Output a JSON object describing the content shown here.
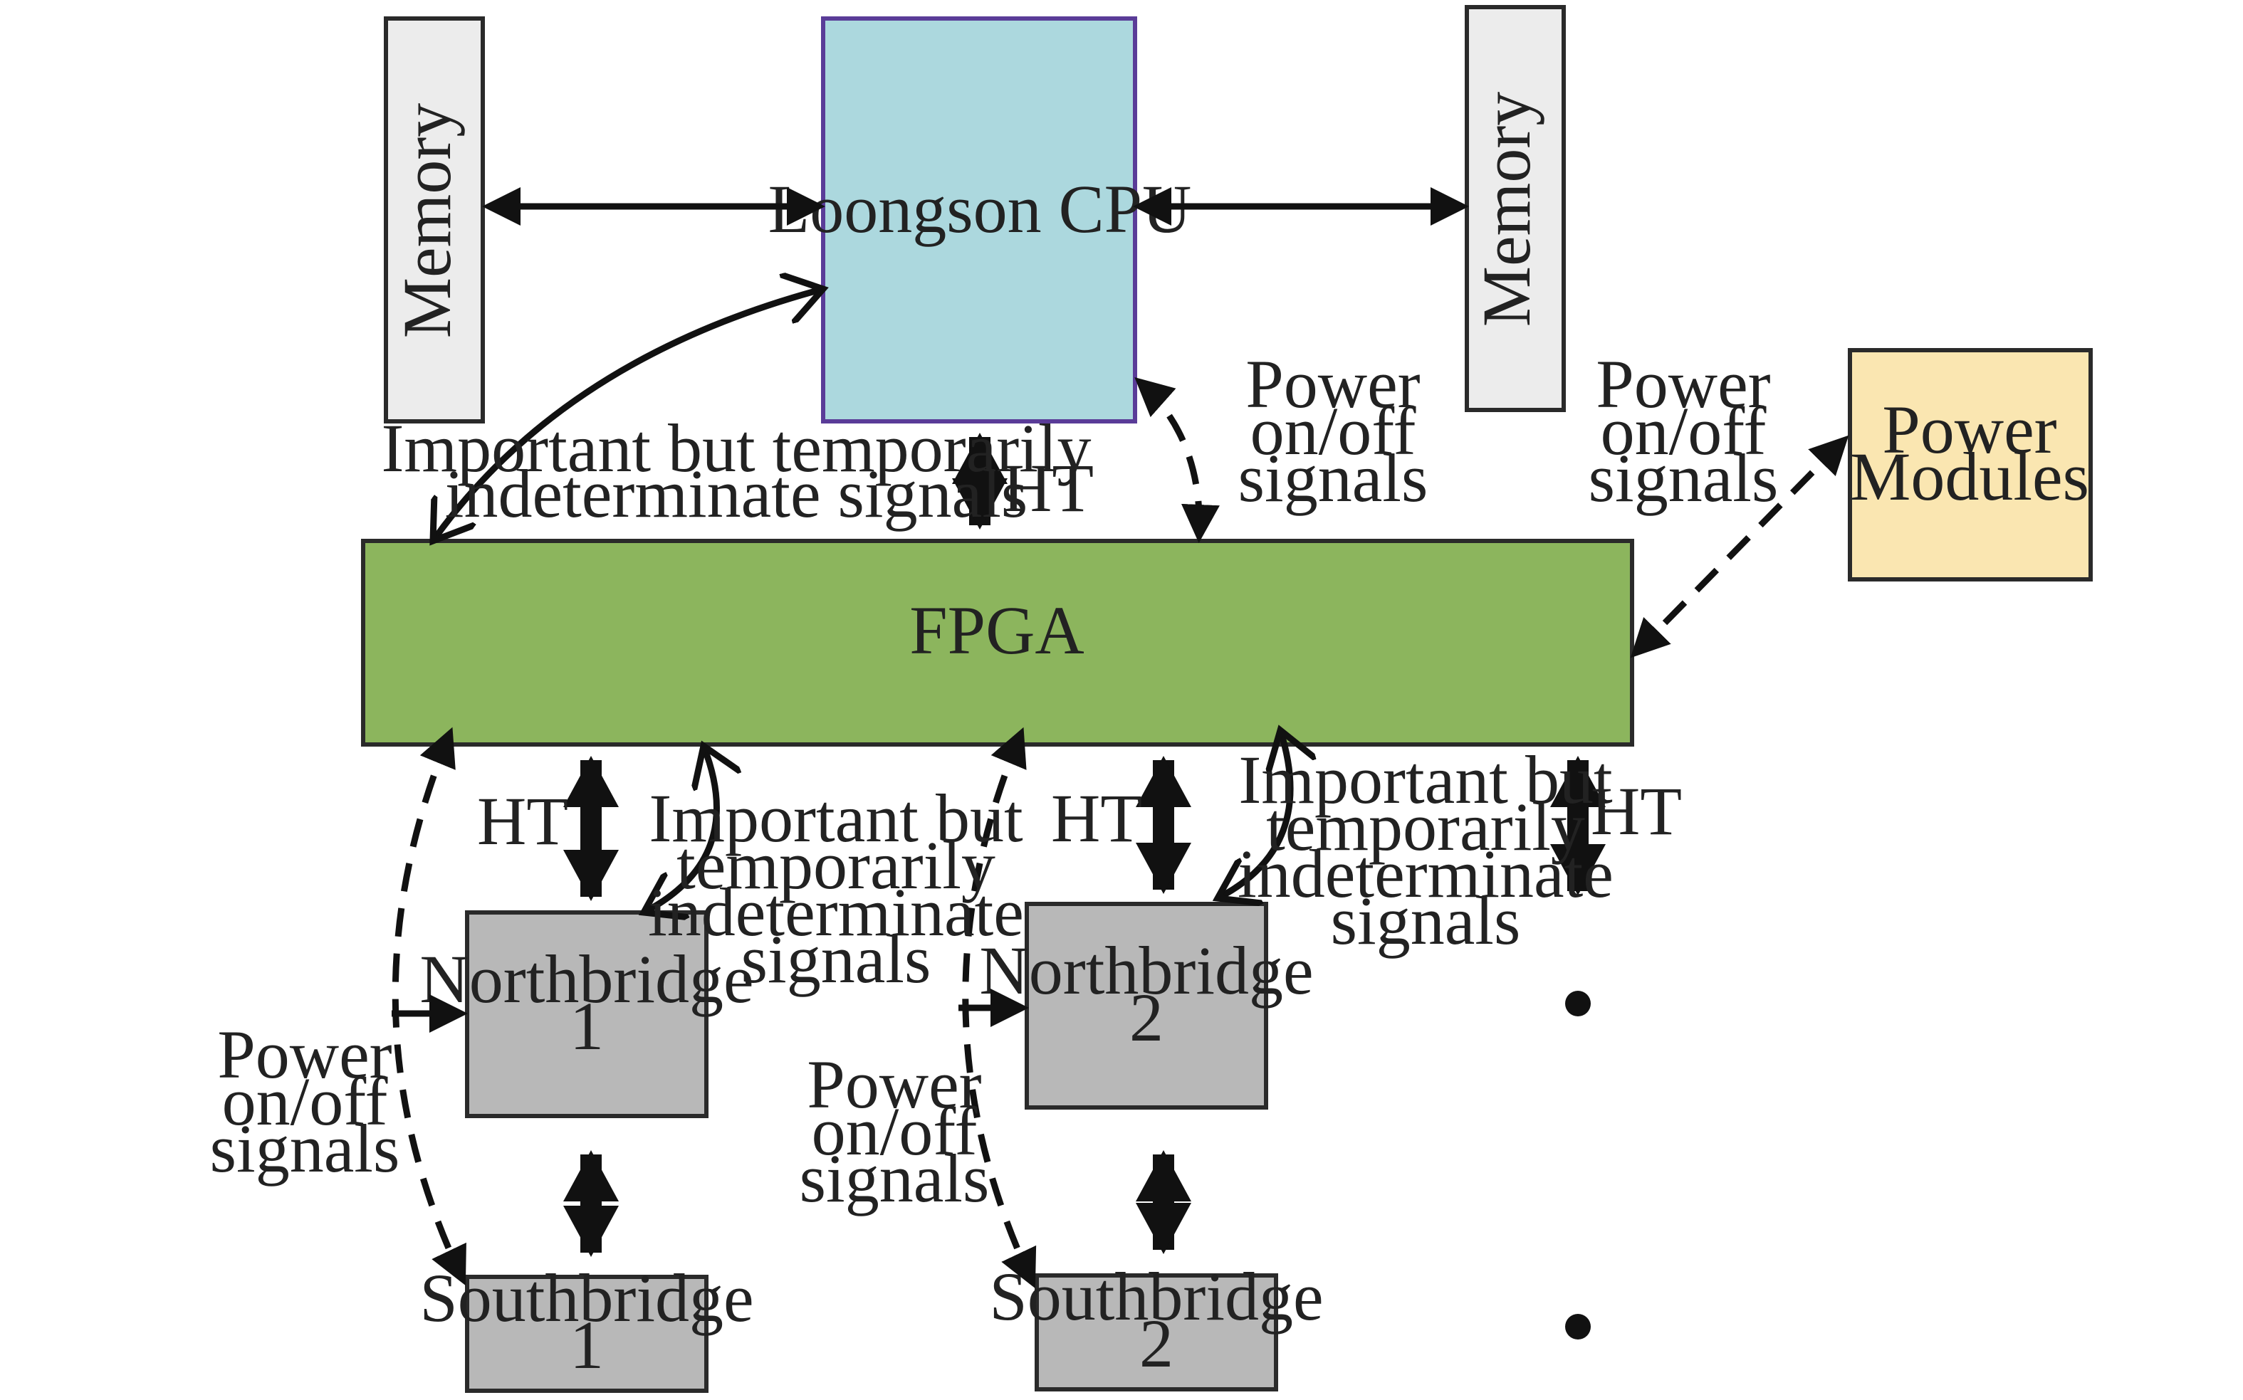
{
  "colors": {
    "memory": "#ececec",
    "cpu": "#acd8de",
    "cpu_border": "#5a3c98",
    "fpga": "#8cb55d",
    "power": "#fae6b1",
    "bridge": "#b8b8b8",
    "line": "#111111"
  },
  "blocks": {
    "memory_left": "Memory",
    "memory_right": "Memory",
    "cpu": "Loongson CPU",
    "fpga": "FPGA",
    "power_modules": [
      "Power",
      "Modules"
    ],
    "northbridge1": [
      "Northbridge",
      "1"
    ],
    "northbridge2": [
      "Northbridge",
      "2"
    ],
    "southbridge1": [
      "Southbridge",
      "1"
    ],
    "southbridge2": [
      "Southbridge",
      "2"
    ]
  },
  "labels": {
    "ht": "HT",
    "important_two_lines": [
      "Important but temporarily",
      "indeterminate signals"
    ],
    "important_four_lines": [
      "Important but",
      "temporarily",
      "indeterminate",
      "signals"
    ],
    "power": [
      "Power",
      "on/off",
      "signals"
    ]
  }
}
